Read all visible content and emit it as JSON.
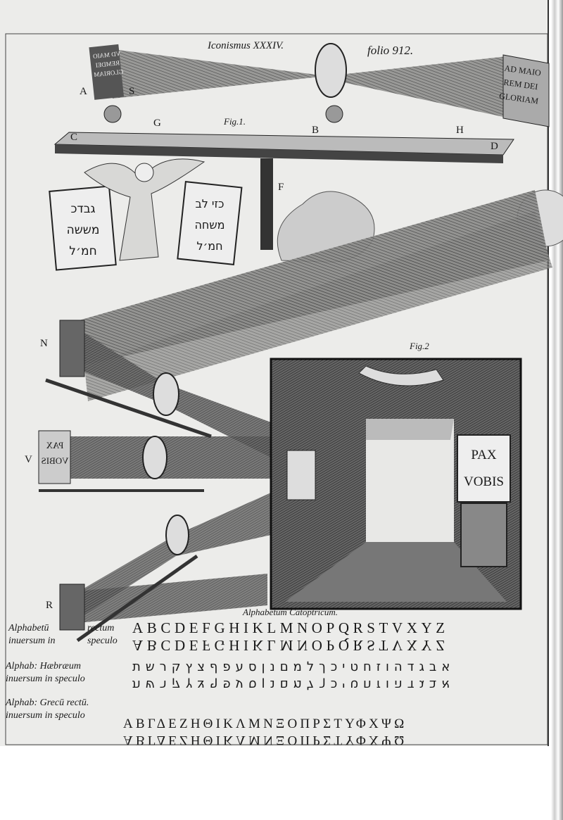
{
  "header": {
    "plate": "Iconismus XXXIV.",
    "folio": "folio 912."
  },
  "fig1": {
    "caption": "Fig.1.",
    "labels": [
      "A",
      "S",
      "C",
      "G",
      "B",
      "H",
      "D",
      "F"
    ],
    "object_text": [
      "VD MAIO",
      "REMDEI",
      "GLORIAM"
    ],
    "projected_text": [
      "AD MAIO",
      "REM DEI",
      "GLORIAM"
    ],
    "left_tablet": [
      "גבדכ",
      "מששה",
      "חמ׳ל"
    ],
    "right_tablet": [
      "כזי לב",
      "משחה",
      "חמ׳ל"
    ]
  },
  "fig2": {
    "caption": "Fig.2",
    "labels": [
      "N",
      "V",
      "R"
    ],
    "object_text": [
      "PAX",
      "VOBIS"
    ],
    "sign_text": [
      "PAX",
      "VOBIS"
    ]
  },
  "alphabet": {
    "title": "Alphabetum Catoptricum.",
    "latin_label": [
      "Alphabetū",
      "inuersum in"
    ],
    "latin_label2": [
      "rectum",
      "speculo"
    ],
    "latin_upright": "ABCDEFGHIKLMNOPQRSTVXYZ",
    "latin_inverted": "ABCDEFGHIKLMNOPQRSTVXYZ",
    "hebrew_label": [
      "Alphab: Hæbræum",
      "inuersum in speculo"
    ],
    "hebrew_upright": "אבגדהוזחטיכךלמםנןסעפףצץקרשת",
    "hebrew_inverted": "אבגדהוזחטיכךלמםנןסעפףצץקרשת",
    "greek_label": [
      "Alphab: Grecū rectū.",
      "inuersum in speculo"
    ],
    "greek_upright": "ΑΒΓΔΕΖΗΘΙΚΛΜΝΞΟΠΡΣΤΥΦΧΨΩ",
    "greek_inverted": "ΑΒΓΔΕΖΗΘΙΚΛΜΝΞΟΠΡΣΤΥΦΧΨΩ"
  }
}
